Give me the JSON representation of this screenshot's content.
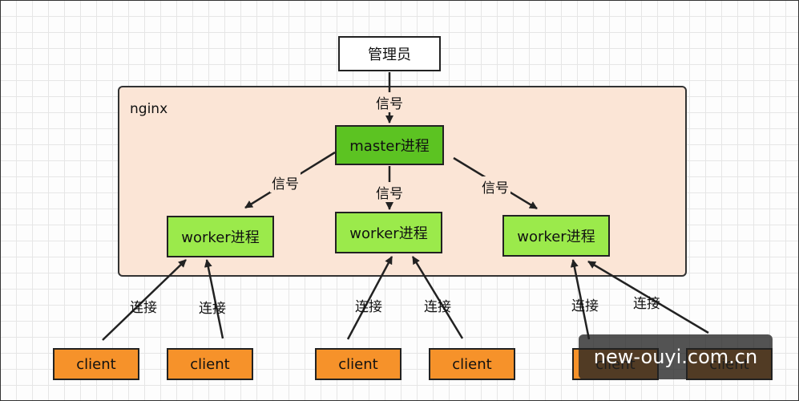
{
  "admin": "管理员",
  "container": "nginx",
  "master": "master进程",
  "workers": [
    "worker进程",
    "worker进程",
    "worker进程"
  ],
  "clients": [
    "client",
    "client",
    "client",
    "client",
    "client",
    "client"
  ],
  "signal": "信号",
  "connect": "连接",
  "watermark": "new-ouyi.com.cn"
}
